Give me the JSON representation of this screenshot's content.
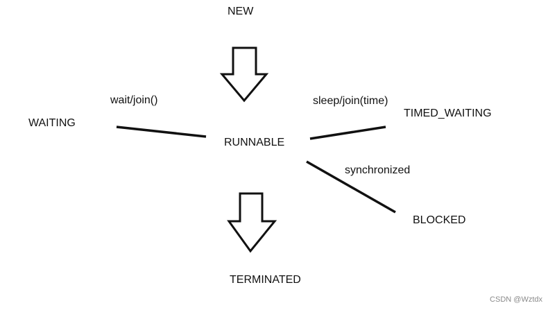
{
  "states": {
    "new": "NEW",
    "runnable": "RUNNABLE",
    "waiting": "WAITING",
    "timed_waiting": "TIMED_WAITING",
    "blocked": "BLOCKED",
    "terminated": "TERMINATED"
  },
  "transitions": {
    "to_waiting": "wait/join()",
    "to_timed_waiting": "sleep/join(time)",
    "to_blocked": "synchronized"
  },
  "watermark": "CSDN @Wztdx"
}
